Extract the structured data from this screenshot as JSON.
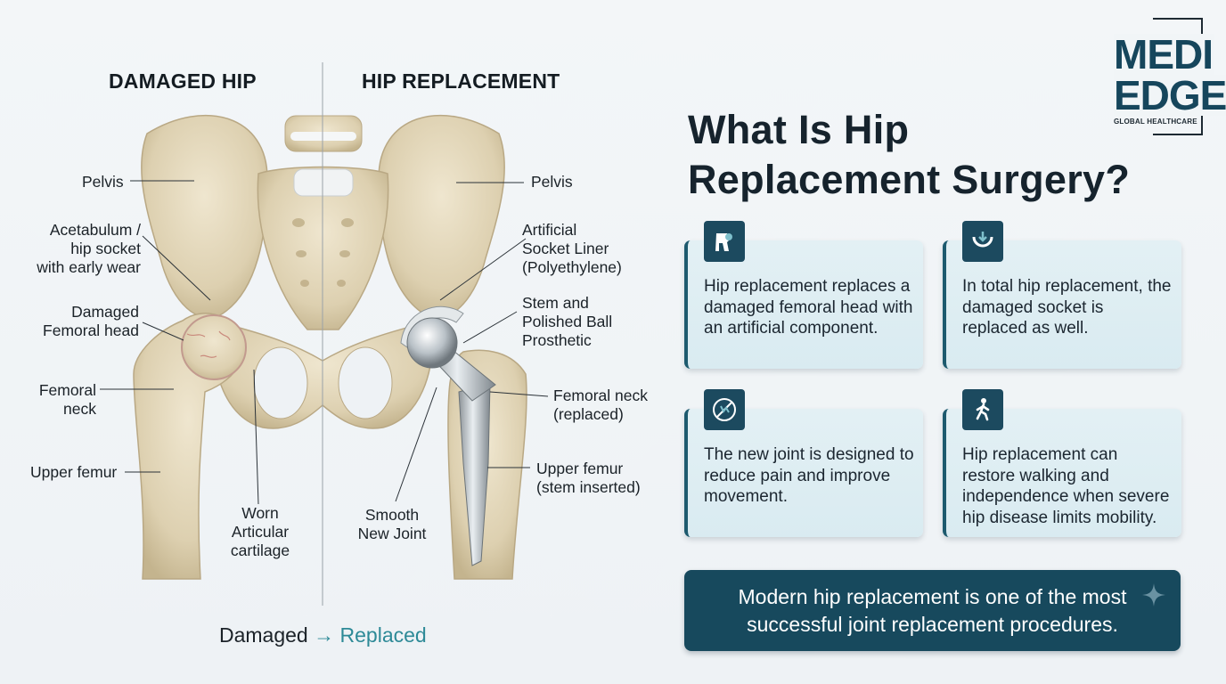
{
  "left_panel": {
    "title_damaged": "DAMAGED HIP",
    "title_replacement": "HIP REPLACEMENT",
    "labels_left": {
      "pelvis": "Pelvis",
      "acetabulum": "Acetabulum /\nhip socket\nwith early wear",
      "femoral_head": "Damaged\nFemoral head",
      "femoral_neck": "Femoral\nneck",
      "upper_femur": "Upper femur",
      "cartilage": "Worn\nArticular\ncartilage"
    },
    "labels_right": {
      "pelvis": "Pelvis",
      "socket_liner": "Artificial\nSocket Liner\n(Polyethylene)",
      "stem_ball": "Stem and\nPolished Ball\nProsthetic",
      "femoral_neck": "Femoral neck\n(replaced)",
      "upper_femur": "Upper femur\n(stem inserted)",
      "smooth_joint": "Smooth\nNew Joint"
    },
    "caption_from": "Damaged",
    "caption_arrow": "→",
    "caption_to": "Replaced"
  },
  "logo": {
    "line1": "MEDI",
    "line2": "EDGE",
    "tagline": "GLOBAL HEALTHCARE"
  },
  "heading": "What Is Hip\nReplacement Surgery?",
  "cards": [
    {
      "icon": "hip-joint-icon",
      "text": "Hip replacement replaces a damaged femoral head with an artificial component."
    },
    {
      "icon": "socket-icon",
      "text": "In total hip replacement, the damaged socket is replaced as well."
    },
    {
      "icon": "pain-relief-icon",
      "text": "The new joint is designed to reduce pain and improve movement."
    },
    {
      "icon": "walking-person-icon",
      "text": "Hip replacement can restore walking and independence when severe hip disease limits mobility."
    }
  ],
  "banner": "Modern hip replacement is one of the most successful joint replacement procedures.",
  "colors": {
    "brand": "#16465c",
    "accent": "#2d8a97",
    "card_bg": "#dcecf2",
    "bone": "#e6dcc4"
  }
}
